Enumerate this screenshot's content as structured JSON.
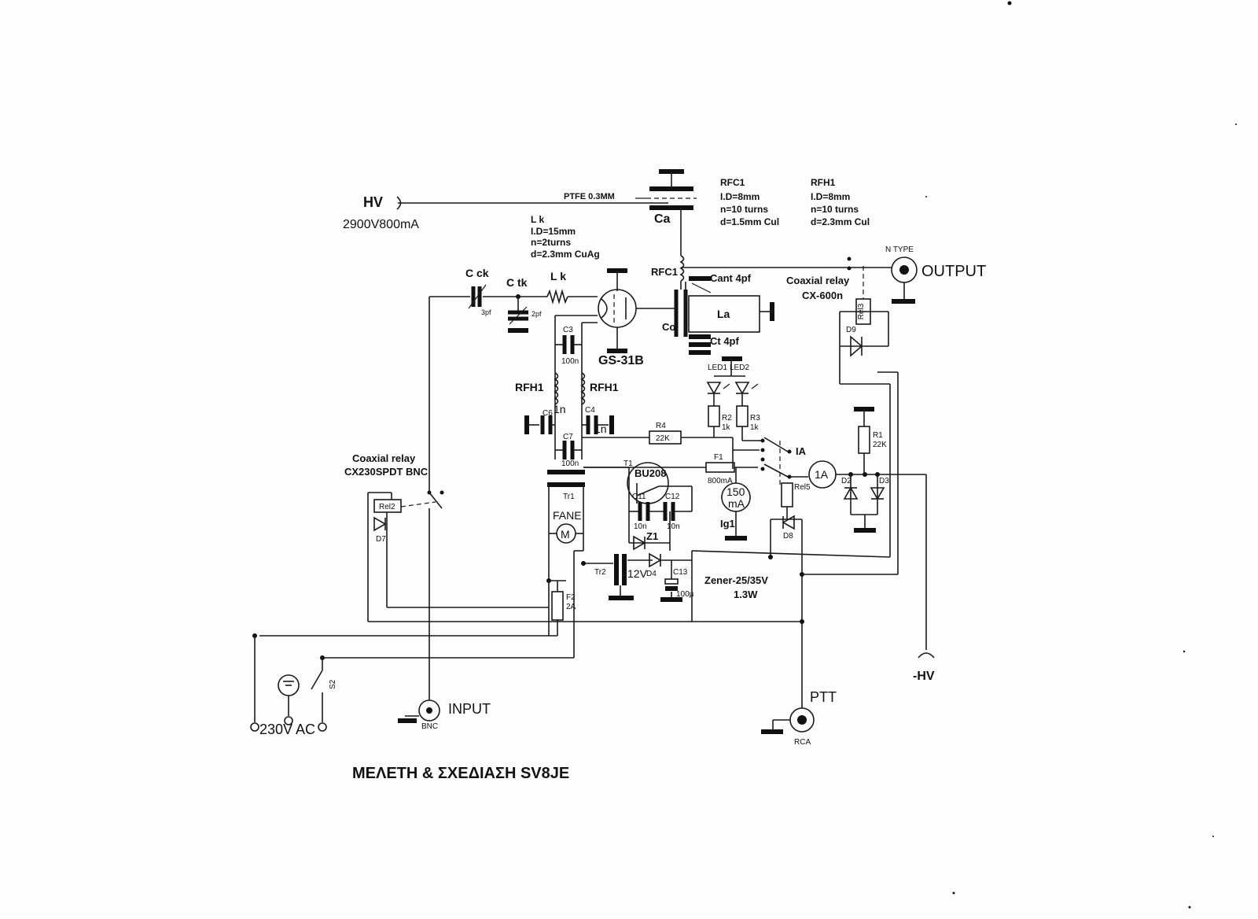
{
  "hv": {
    "label": "HV",
    "spec": "2900V800mA"
  },
  "ptfe": "PTFE 0.3MM",
  "ca": "Ca",
  "rfc1_spec": {
    "title": "RFC1",
    "id": "I.D=8mm",
    "n": "n=10 turns",
    "d": "d=1.5mm Cul"
  },
  "rfh1_spec": {
    "title": "RFH1",
    "id": "I.D=8mm",
    "n": "n=10 turns",
    "d": "d=2.3mm Cul"
  },
  "lk_spec": {
    "title": "L k",
    "id": "I.D=15mm",
    "n": "n=2turns",
    "d": "d=2.3mm CuAg"
  },
  "output": {
    "type": "N TYPE",
    "label": "OUTPUT"
  },
  "relay_out": {
    "title": "Coaxial relay",
    "model": "CX-600n"
  },
  "relay_in": {
    "title": "Coaxial relay",
    "model": "CX230SPDT BNC"
  },
  "labels": {
    "cck": "C ck",
    "ctk": "C tk",
    "lk": "L k",
    "rfc1": "RFC1",
    "cant": "Cant 4pf",
    "la": "La",
    "co": "Co",
    "ct": "Ct 4pf",
    "pf3": "3pf",
    "pf2": "2pf",
    "c3": "C3",
    "c3v": "100n",
    "tube": "GS-31B",
    "rfh1a": "RFH1",
    "rfh1b": "RFH1",
    "c6": "C6",
    "n1a": "1n",
    "c4": "C4",
    "n1b": "1n",
    "c7": "C7",
    "c7v": "100n",
    "r4": "R4",
    "r4v": "22K",
    "led1": "LED1",
    "led2": "LED2",
    "r2": "R2",
    "r2v": "1k",
    "r3": "R3",
    "r3v": "1k",
    "ia": "IA",
    "meter_1a": "1A",
    "r1": "R1",
    "r1v": "22K",
    "t1": "T1",
    "bu208": "BU208",
    "f1": "F1",
    "f1v": "800mA",
    "meter_150": "150",
    "meter_ma": "mA",
    "ig1": "Ig1",
    "rel5": "Rel5",
    "d2": "D2",
    "d3": "D3",
    "d8": "D8",
    "d9": "D9",
    "rel3": "Rel3",
    "tr1": "Tr1",
    "fane": "FANE",
    "motor": "M",
    "c11": "C11",
    "c11v": "10n",
    "c12": "C12",
    "c12v": "10n",
    "z1": "Z1",
    "rel2": "Rel2",
    "d7": "D7",
    "tr2": "Tr2",
    "v12": "12V",
    "d4": "D4",
    "c13": "C13",
    "c13v": "100µ",
    "zener": "Zener-25/35V",
    "zener_w": "1.3W",
    "f2": "F2",
    "f2v": "2A",
    "neg_hv": "-HV",
    "s2": "S2",
    "ac": "230V AC",
    "input": "INPUT",
    "bnc": "BNC",
    "ptt": "PTT",
    "rca": "RCA"
  },
  "footer": "ΜΕΛΕΤΗ & ΣΧΕΔΙΑΣΗ  SV8JE"
}
